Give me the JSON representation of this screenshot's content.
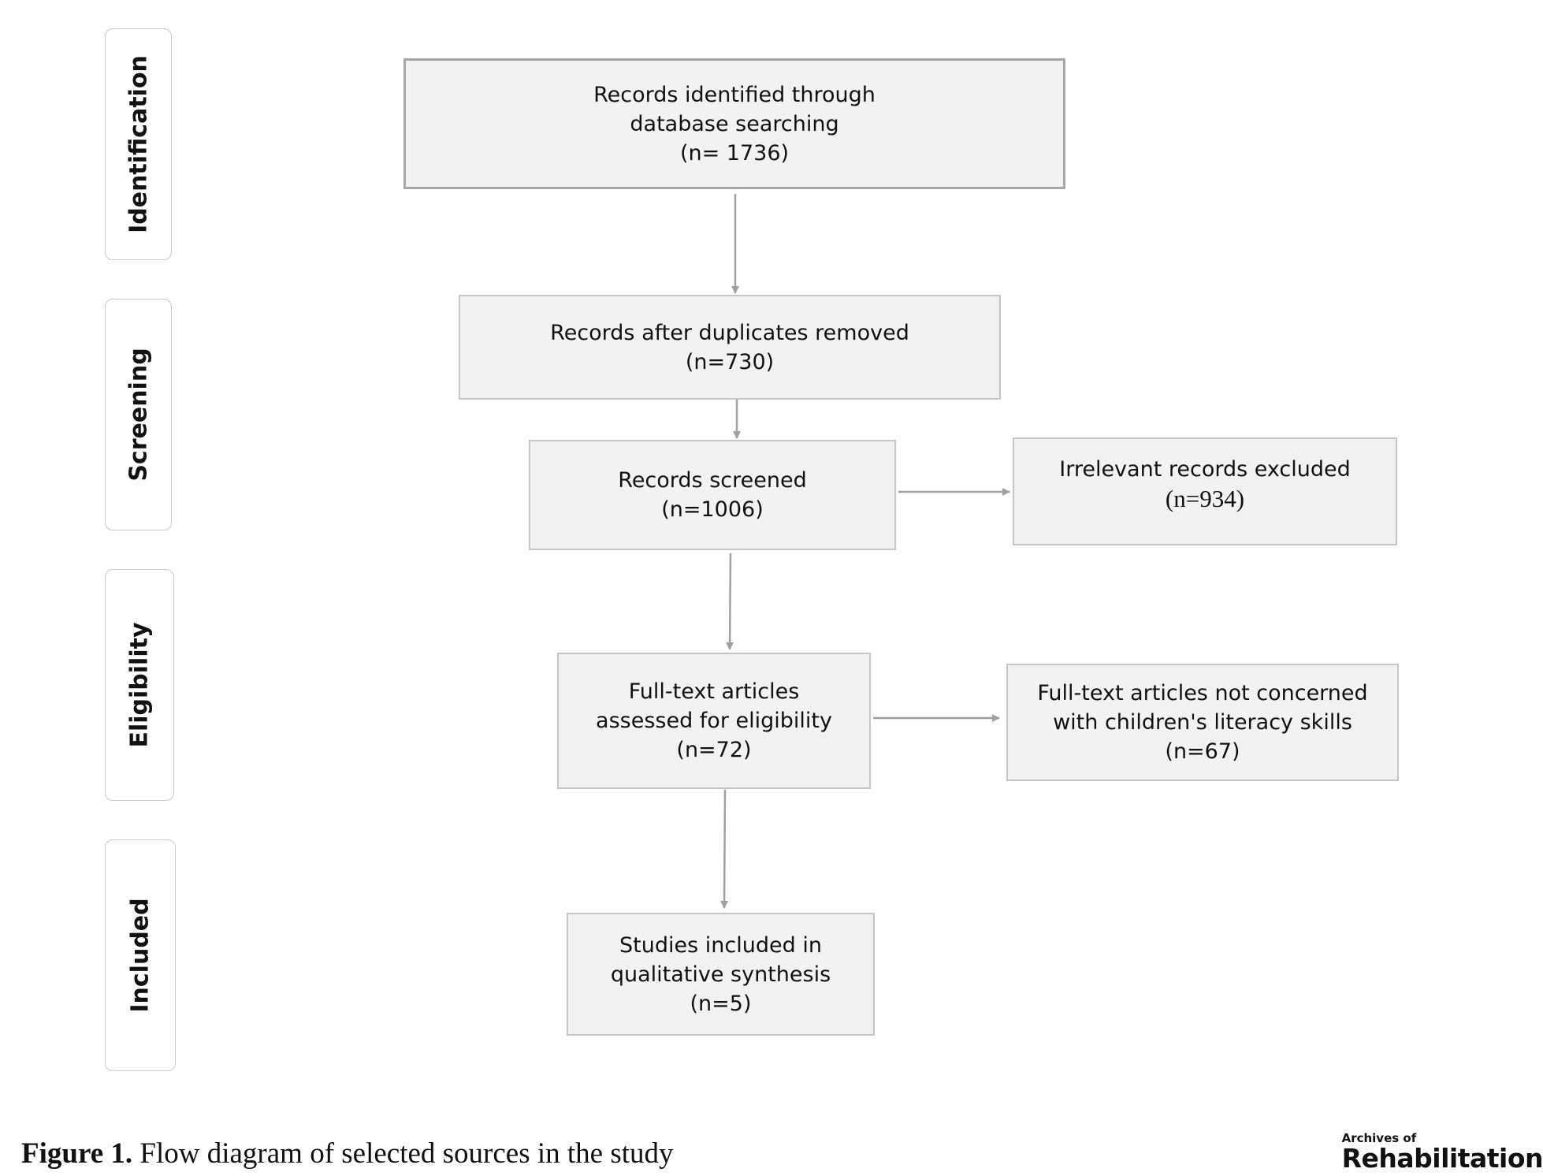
{
  "stages": [
    {
      "id": "identification",
      "label": "Identification"
    },
    {
      "id": "screening",
      "label": "Screening"
    },
    {
      "id": "eligibility",
      "label": "Eligibility"
    },
    {
      "id": "included",
      "label": "Included"
    }
  ],
  "boxes": {
    "records_identified": {
      "line1": "Records identified through",
      "line2": "database searching",
      "count": "(n= 1736)"
    },
    "duplicates_removed": {
      "line1": "Records after duplicates removed",
      "count": "(n=730)"
    },
    "records_screened": {
      "line1": "Records screened",
      "count": "(n=1006)"
    },
    "irrelevant_excluded": {
      "line1": "Irrelevant records excluded",
      "count": "(n=934)"
    },
    "fulltext_assessed": {
      "line1": "Full-text articles",
      "line2": "assessed for eligibility",
      "count": "(n=72)"
    },
    "fulltext_not_concerned": {
      "line1": "Full-text articles not concerned",
      "line2": "with children's literacy skills",
      "count": "(n=67)"
    },
    "studies_included": {
      "line1": "Studies included in",
      "line2": "qualitative synthesis",
      "count": "(n=5)"
    }
  },
  "caption": {
    "label": "Figure 1.",
    "text": " Flow diagram of selected sources in the study"
  },
  "logo": {
    "line1": "Archives of",
    "line2": "Rehabilitation"
  },
  "colors": {
    "box_fill": "#f2f2f2",
    "box_border": "#c6c6c6",
    "arrow": "#a0a0a0"
  }
}
